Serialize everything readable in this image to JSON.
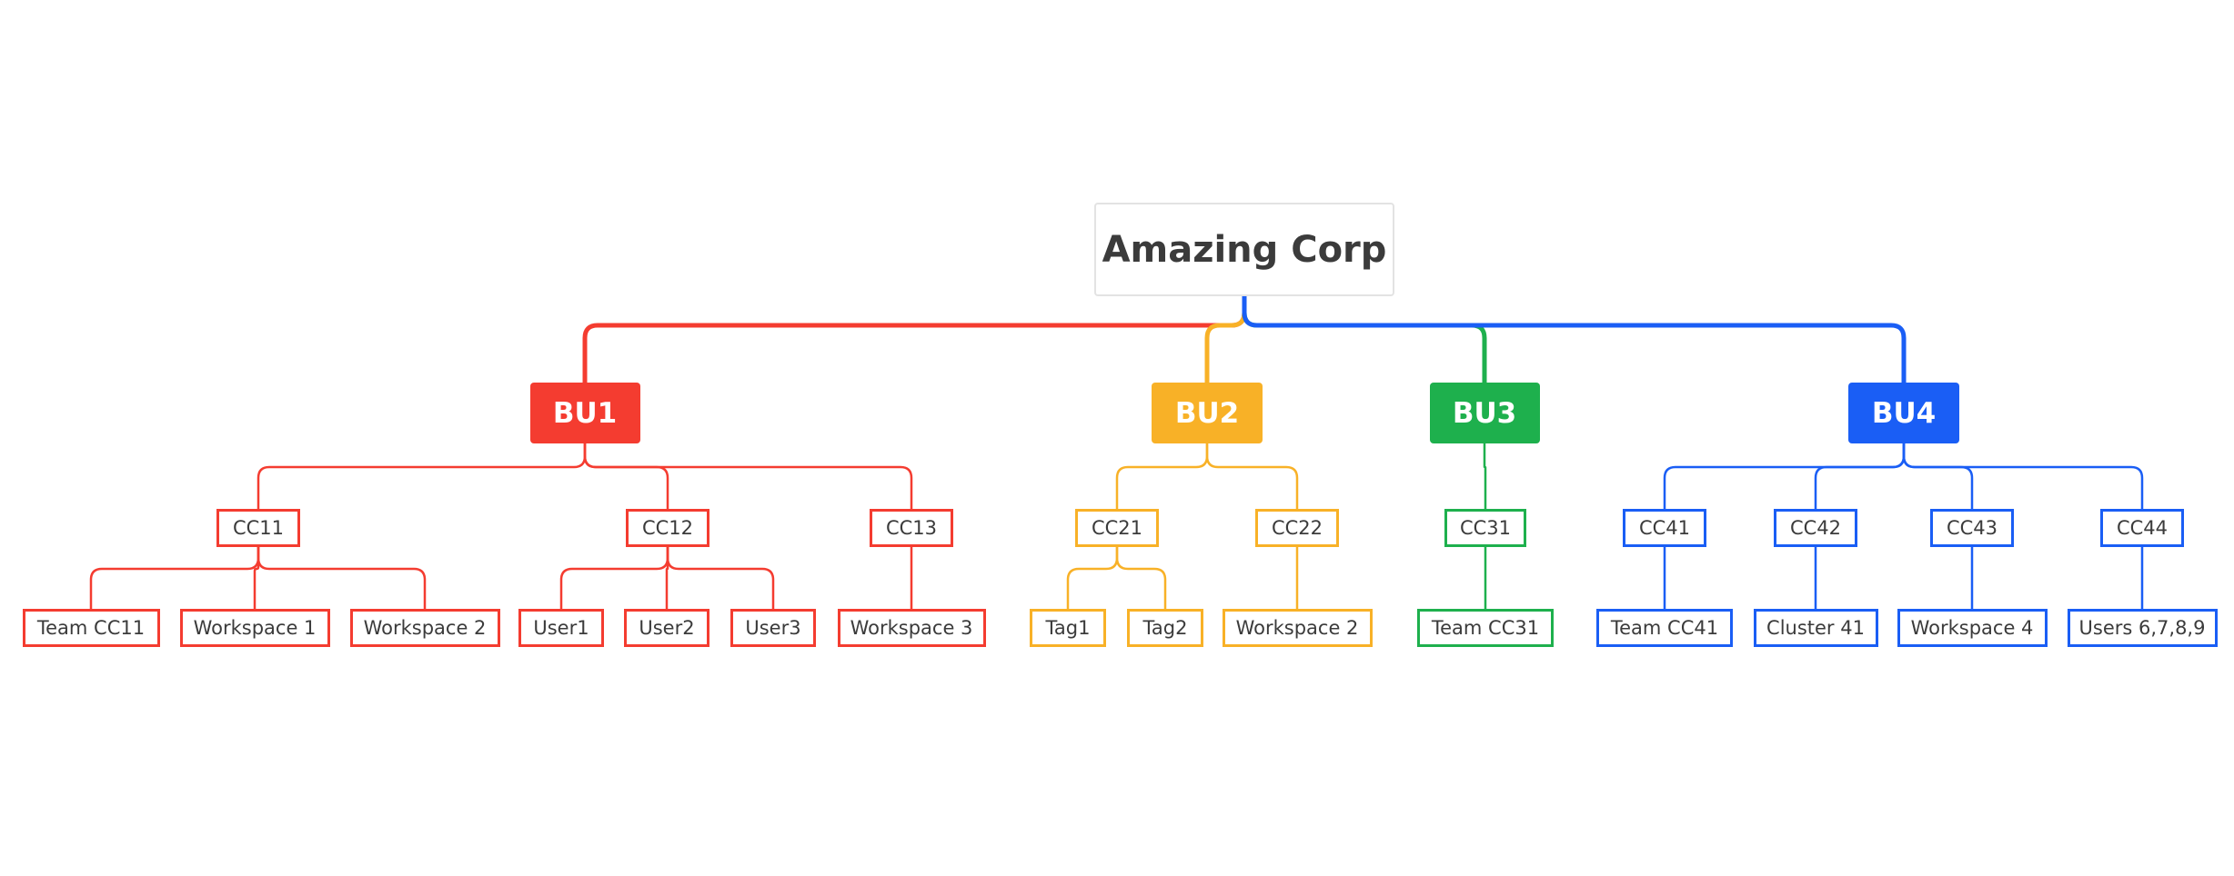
{
  "root": {
    "label": "Amazing Corp"
  },
  "colors": {
    "BU1": "#f43c30",
    "BU2": "#f8b127",
    "BU3": "#1eb04d",
    "BU4": "#1a5ef5"
  },
  "business_units": [
    {
      "label": "BU1",
      "color_key": "BU1",
      "cost_centers": [
        {
          "label": "CC11",
          "children": [
            "Team CC11",
            "Workspace 1",
            "Workspace 2"
          ]
        },
        {
          "label": "CC12",
          "children": [
            "User1",
            "User2",
            "User3"
          ]
        },
        {
          "label": "CC13",
          "children": [
            "Workspace 3"
          ]
        }
      ]
    },
    {
      "label": "BU2",
      "color_key": "BU2",
      "cost_centers": [
        {
          "label": "CC21",
          "children": [
            "Tag1",
            "Tag2"
          ]
        },
        {
          "label": "CC22",
          "children": [
            "Workspace 2"
          ]
        }
      ]
    },
    {
      "label": "BU3",
      "color_key": "BU3",
      "cost_centers": [
        {
          "label": "CC31",
          "children": [
            "Team CC31"
          ]
        }
      ]
    },
    {
      "label": "BU4",
      "color_key": "BU4",
      "cost_centers": [
        {
          "label": "CC41",
          "children": [
            "Team CC41"
          ]
        },
        {
          "label": "CC42",
          "children": [
            "Cluster 41"
          ]
        },
        {
          "label": "CC43",
          "children": [
            "Workspace 4"
          ]
        },
        {
          "label": "CC44",
          "children": [
            "Users 6,7,8,9"
          ]
        }
      ]
    }
  ]
}
